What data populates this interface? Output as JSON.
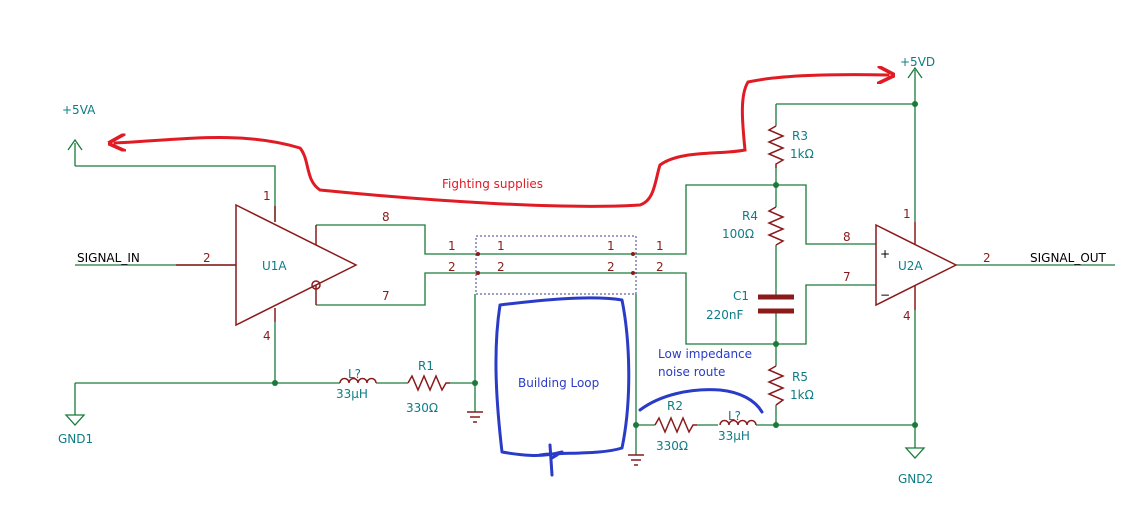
{
  "colors": {
    "wire": "#1a7a3a",
    "component": "#8b1a1a",
    "label": "#0e7c86",
    "pin": "#8b1a1a",
    "net": "#000000",
    "annotation_red": "#e01b24",
    "annotation_blue": "#2a3bc7",
    "dashed_box": "#3b3b9a",
    "background": "#ffffff"
  },
  "supplies": {
    "vcc_a": "+5VA",
    "vcc_d": "+5VD",
    "gnd1": "GND1",
    "gnd2": "GND2"
  },
  "nets": {
    "signal_in": "SIGNAL_IN",
    "signal_out": "SIGNAL_OUT"
  },
  "u1a": {
    "ref": "U1A",
    "pin_in": "2",
    "pin_vcc": "1",
    "pin_gnd": "4",
    "pin_out_p": "8",
    "pin_out_n": "7"
  },
  "u2a": {
    "ref": "U2A",
    "pin_plus": "8",
    "pin_minus": "7",
    "pin_out": "2",
    "pin_vcc": "1",
    "pin_gnd": "4",
    "sign_plus": "+",
    "sign_minus": "−"
  },
  "connector": {
    "pin1": "1",
    "pin2": "2"
  },
  "components": {
    "r1": {
      "ref": "R1",
      "value": "330Ω"
    },
    "r2": {
      "ref": "R2",
      "value": "330Ω"
    },
    "r3": {
      "ref": "R3",
      "value": "1kΩ"
    },
    "r4": {
      "ref": "R4",
      "value": "100Ω"
    },
    "r5": {
      "ref": "R5",
      "value": "1kΩ"
    },
    "c1": {
      "ref": "C1",
      "value": "220nF"
    },
    "l_left": {
      "ref": "L?",
      "value": "33μH"
    },
    "l_right": {
      "ref": "L?",
      "value": "33μH"
    }
  },
  "annotations": {
    "fighting": "Fighting supplies",
    "loop": "Building Loop",
    "low_imp_1": "Low impedance",
    "low_imp_2": "noise route"
  }
}
